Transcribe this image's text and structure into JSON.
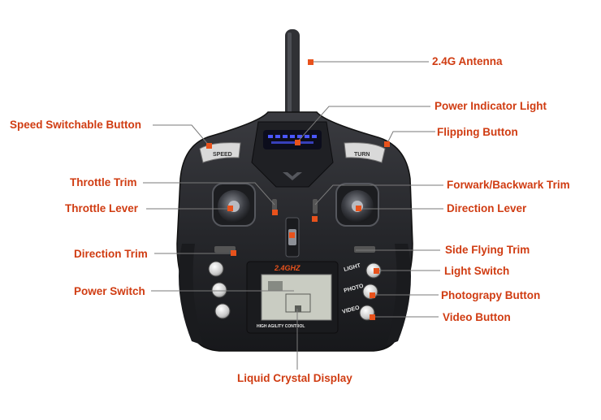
{
  "labels": {
    "antenna": "2.4G Antenna",
    "power_indicator": "Power Indicator Light",
    "speed_button": "Speed Switchable Button",
    "flipping_button": "Flipping Button",
    "throttle_trim": "Throttle Trim",
    "fwd_bwd_trim": "Forwark/Backwark Trim",
    "throttle_lever": "Throttle Lever",
    "direction_lever": "Direction Lever",
    "direction_trim": "Direction Trim",
    "side_flying_trim": "Side Flying Trim",
    "light_switch": "Light Switch",
    "power_switch": "Power Switch",
    "photo_button": "Photograpy Button",
    "video_button": "Video Button",
    "lcd": "Liquid Crystal Display"
  },
  "device_text": {
    "speed": "SPEED",
    "turn": "TURN",
    "light": "LIGHT",
    "photo": "PHOTO",
    "video": "VIDEO",
    "freq": "2.4GHZ",
    "control": "HIGH AGILITY CONTROL"
  },
  "colors": {
    "label": "#d03c12",
    "leader": "#7a7a7a",
    "marker": "#e8521c",
    "body": "#2a2b2f",
    "lcd": "#c9ccc2",
    "indicator": "#4a56ff"
  }
}
